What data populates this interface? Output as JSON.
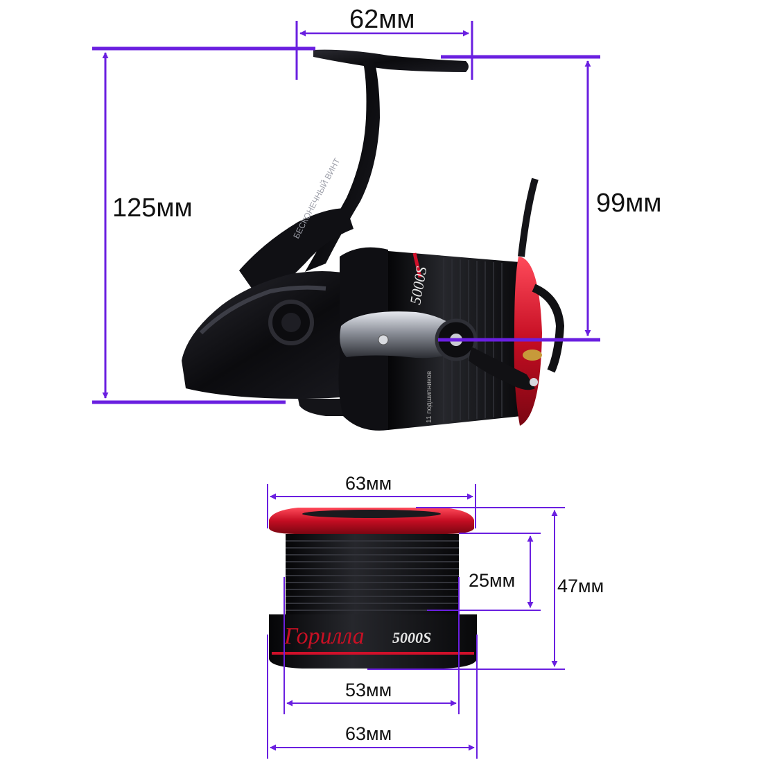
{
  "colors": {
    "dimension_line": "#6a1fe0",
    "body": "#0d0d10",
    "accent_red": "#d0102a",
    "chrome": "#b9bcc4",
    "brass": "#c79a3a"
  },
  "reel": {
    "body_text": "БЕСКОНЕЧНЫЙ ВИНТ",
    "spool_model": "5000S",
    "spool_side_text": "11 подшипников"
  },
  "spool": {
    "brand_script": "Горилла",
    "model": "5000S"
  },
  "dimensions": {
    "handle_width": "62мм",
    "total_height": "125мм",
    "spool_axis_height": "99мм",
    "spool_top_diameter": "63мм",
    "line_capacity_depth": "25мм",
    "spool_height": "47мм",
    "spool_core_diameter": "53мм",
    "spool_bottom_diameter": "63мм"
  }
}
